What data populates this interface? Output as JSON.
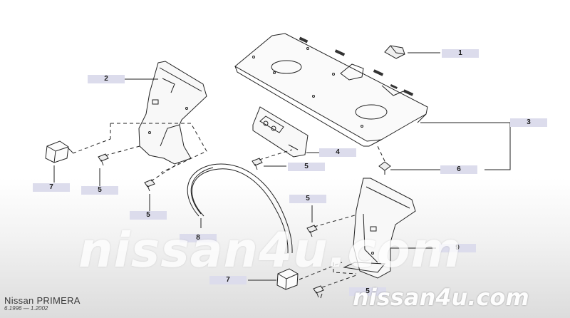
{
  "callouts": {
    "c1": "1",
    "c2": "2",
    "c3": "3",
    "c4": "4",
    "c5a": "5",
    "c5b": "5",
    "c5c": "5",
    "c5d": "5",
    "c5e": "5",
    "c6": "6",
    "c7a": "7",
    "c7b": "7",
    "c8": "8",
    "c9": "9"
  },
  "brand": {
    "model": "Nissan PRIMERA",
    "dates": "6.1996 — 1.2002"
  },
  "watermark": {
    "big": "nissan4u.com",
    "small": "nissan4u.com"
  },
  "colors": {
    "label_bg": "#dcdcec",
    "line": "#222222"
  }
}
